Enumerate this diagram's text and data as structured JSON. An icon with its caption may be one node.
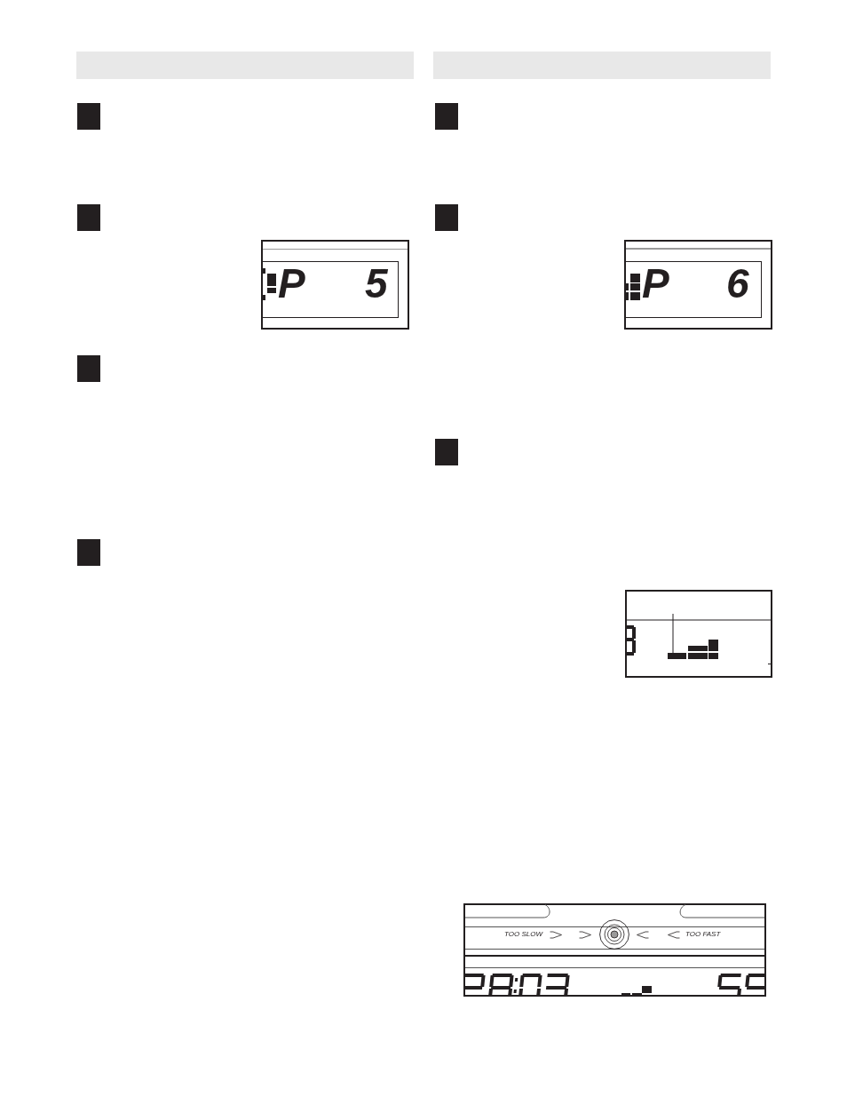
{
  "diagram": {
    "labels": [
      "P",
      "5",
      "P",
      "6",
      "TOO SLOW",
      "TOO FAST"
    ]
  }
}
